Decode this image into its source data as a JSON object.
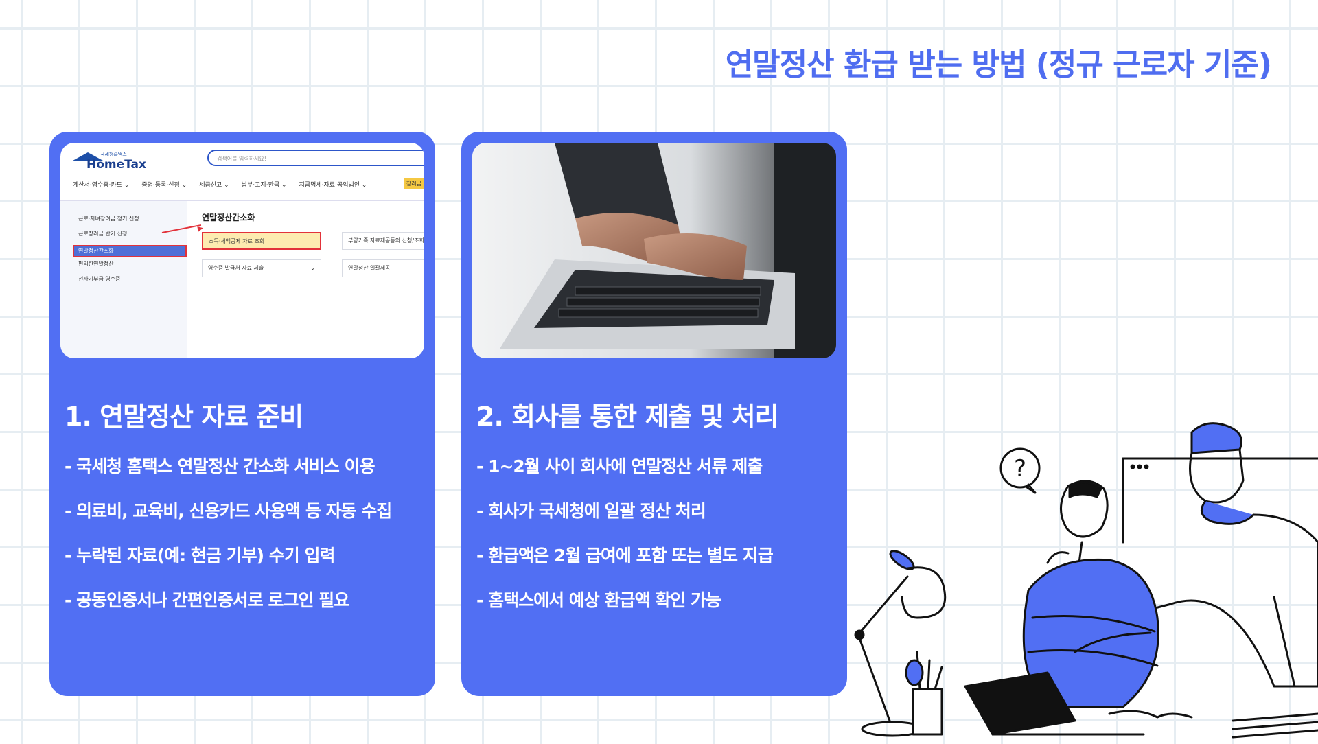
{
  "title": "연말정산 환급 받는 방법 (정규 근로자 기준)",
  "cards": [
    {
      "heading": "1. 연말정산 자료 준비",
      "bullets": [
        "국세청 홈택스 연말정산 간소화 서비스 이용",
        "의료비, 교육비, 신용카드 사용액 등 자동 수집",
        "누락된 자료(예: 현금 기부) 수기 입력",
        "공동인증서나 간편인증서로 로그인 필요"
      ]
    },
    {
      "heading": "2. 회사를 통한 제출 및 처리",
      "bullets": [
        "1~2월 사이 회사에 연말정산 서류 제출",
        "회사가 국세청에 일괄 정산 처리",
        "환급액은 2월 급여에 포함 또는 별도 지급",
        "홈택스에서 예상 환급액 확인 가능"
      ]
    }
  ],
  "hometax": {
    "logo_sub": "국세청홈택스",
    "logo": "HomeTax",
    "search_placeholder": "검색어를 입력하세요!",
    "nav": [
      "계산서·영수증·카드 ⌄",
      "증명·등록·신청 ⌄",
      "세금신고 ⌄",
      "납부·고지·환급 ⌄",
      "지급명세·자료·공익법인 ⌄"
    ],
    "nav_tag": "장려금",
    "sidebar": [
      "근로·자녀장려금 정기 신청",
      "근로장려금 반기 신청",
      "연말정산간소화",
      "편리한연말정산",
      "전자기부금 영수증"
    ],
    "main_title": "연말정산간소화",
    "boxes": [
      "소득·세액공제 자료 조회",
      "부양가족 자료제공동의 신청/조회",
      "영수증 발급처 자료 제출",
      "연말정산 일괄제공"
    ],
    "box_chevron": "⌄"
  },
  "illustration": {
    "question_mark": "?"
  },
  "colors": {
    "accent": "#516ff3",
    "title": "#4f6df0",
    "highlight": "#e2323a"
  }
}
